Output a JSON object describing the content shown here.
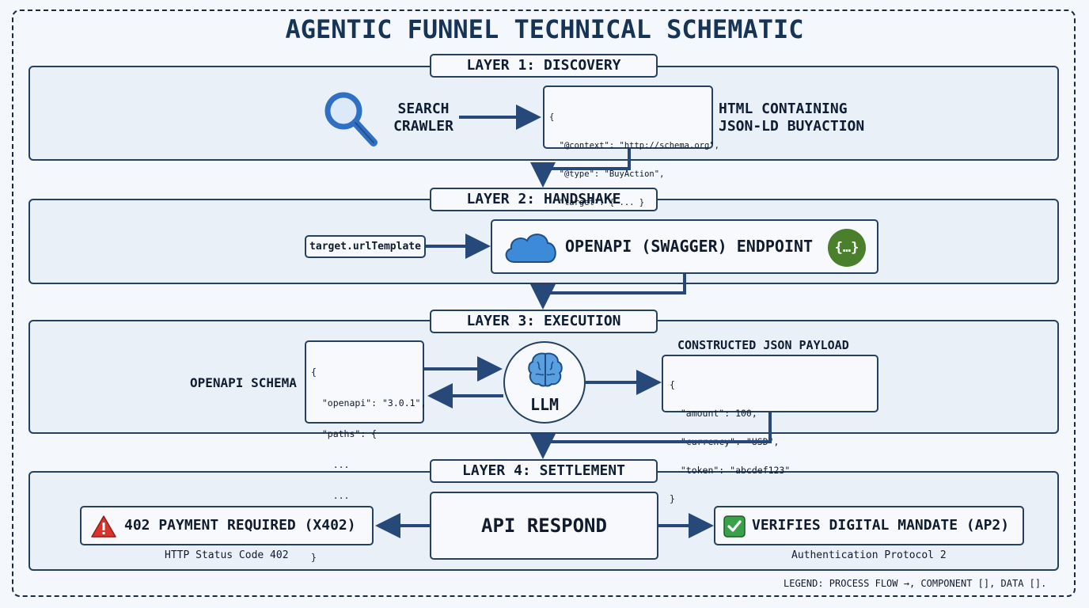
{
  "title": "AGENTIC FUNNEL TECHNICAL SCHEMATIC",
  "layers": {
    "l1": "LAYER 1: DISCOVERY",
    "l2": "LAYER 2: HANDSHAKE",
    "l3": "LAYER 3: EXECUTION",
    "l4": "LAYER 4: SETTLEMENT"
  },
  "discovery": {
    "crawler_line1": "SEARCH",
    "crawler_line2": "CRAWLER",
    "jsonld_lines": [
      "{",
      "  \"@context\": \"http://schema.org\",",
      "  \"@type\": \"BuyAction\",",
      "  \"target\": { ... }",
      "}"
    ],
    "html_line1": "HTML CONTAINING",
    "html_line2": "JSON-LD BUYACTION"
  },
  "handshake": {
    "template": "target.urlTemplate",
    "endpoint": "OPENAPI (SWAGGER) ENDPOINT",
    "endpoint_icon": "{…}"
  },
  "execution": {
    "schema_label": "OPENAPI SCHEMA",
    "schema_lines": [
      "{",
      "  \"openapi\": \"3.0.1\",",
      "  \"paths\": {",
      "    ...",
      "    ...",
      "  }",
      "}"
    ],
    "llm_label": "LLM",
    "payload_title": "CONSTRUCTED JSON PAYLOAD",
    "payload_lines": [
      "{",
      "  \"amount\": 100,",
      "  \"currency\": \"USD\",",
      "  \"token\": \"abcdef123\"",
      "}"
    ]
  },
  "settlement": {
    "api": "API RESPOND",
    "payment": "402 PAYMENT REQUIRED (X402)",
    "payment_caption": "HTTP Status Code 402",
    "verify": "VERIFIES DIGITAL MANDATE (AP2)",
    "verify_caption": "Authentication Protocol 2"
  },
  "legend": "LEGEND: PROCESS FLOW →, COMPONENT [], DATA [].",
  "colors": {
    "arrow": "#26497a",
    "search_icon": "#2f6fc4",
    "cloud": "#3d8bd8",
    "brackets_badge": "#4a7f2c",
    "warning": "#d9342b",
    "check": "#3aa049"
  }
}
